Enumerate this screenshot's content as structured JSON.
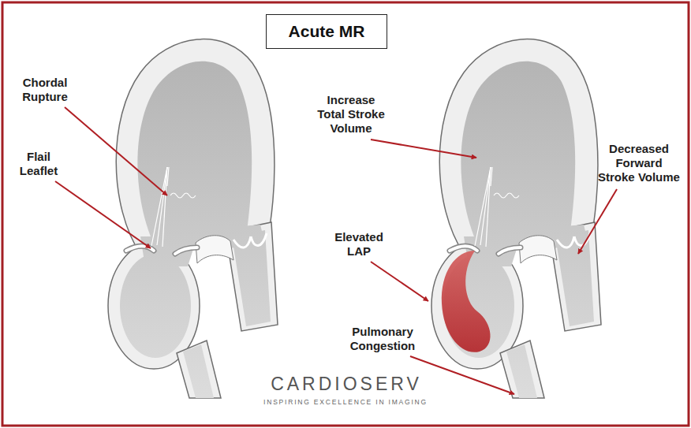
{
  "diagram": {
    "title": "Acute MR",
    "labels": [
      "Chordal Rupture",
      "Flail Leaflet",
      "Increase Total Stroke Volume",
      "Decreased Forward Stroke Volume",
      "Elevated LAP",
      "Pulmonary Congestion",
      "CARDIOSERV",
      "INSPIRING EXCELLENCE IN IMAGING"
    ]
  }
}
